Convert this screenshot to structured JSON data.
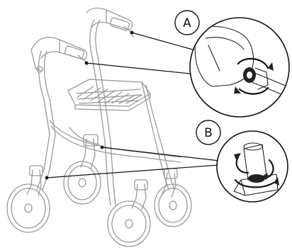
{
  "callouts": [
    {
      "id": "A",
      "label": "A",
      "subject": "handle-height-adjustment-knob"
    },
    {
      "id": "B",
      "label": "B",
      "subject": "wheel-fork-adjustment-screw"
    }
  ],
  "colors": {
    "line_art": "#9a9a9a",
    "leader": "#111111",
    "background": "#ffffff"
  }
}
